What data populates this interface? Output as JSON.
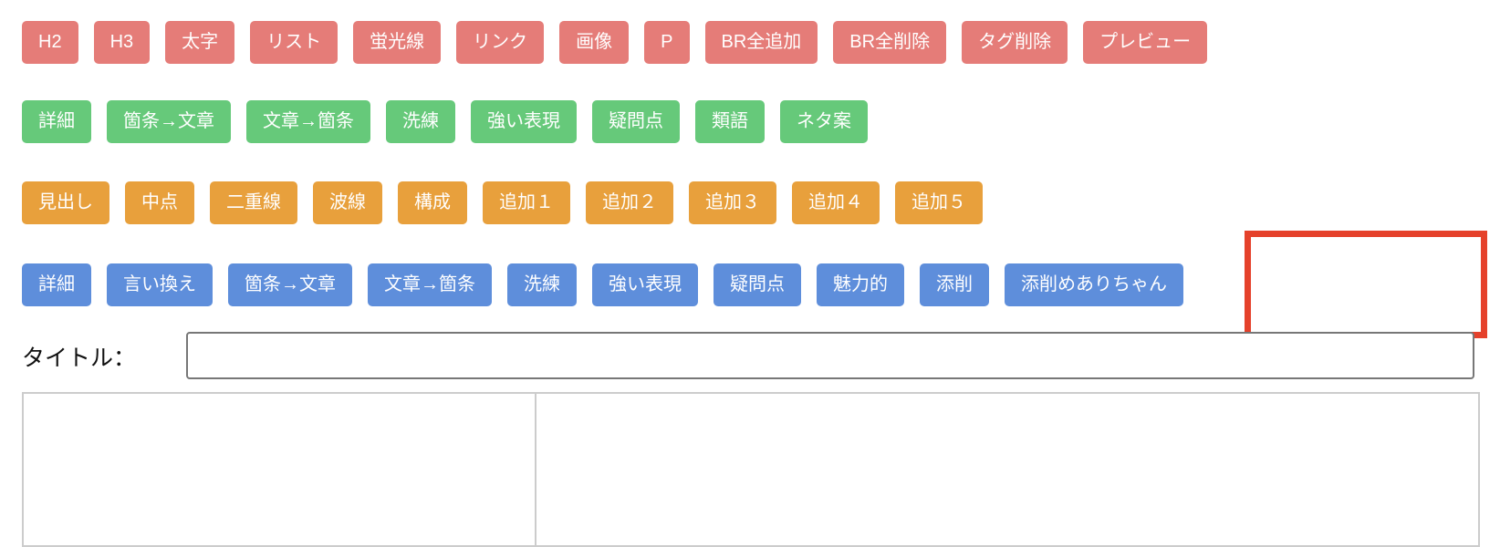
{
  "toolbar_rows": {
    "html": [
      "H2",
      "H3",
      "太字",
      "リスト",
      "蛍光線",
      "リンク",
      "画像",
      "P",
      "BR全追加",
      "BR全削除",
      "タグ削除",
      "プレビュー"
    ],
    "rewrite": [
      "詳細",
      "箇条→文章",
      "文章→箇条",
      "洗練",
      "強い表現",
      "疑問点",
      "類語",
      "ネタ案"
    ],
    "format": [
      "見出し",
      "中点",
      "二重線",
      "波線",
      "構成",
      "追加１",
      "追加２",
      "追加３",
      "追加４",
      "追加５"
    ],
    "ai": [
      "詳細",
      "言い換え",
      "箇条→文章",
      "文章→箇条",
      "洗練",
      "強い表現",
      "疑問点",
      "魅力的",
      "添削",
      "添削めありちゃん"
    ]
  },
  "title_field": {
    "label": "タイトル：",
    "value": ""
  },
  "colors": {
    "red": "#e57c78",
    "green": "#66c97a",
    "orange": "#e8a03c",
    "blue": "#5e8edb",
    "highlight": "#e5412b"
  }
}
